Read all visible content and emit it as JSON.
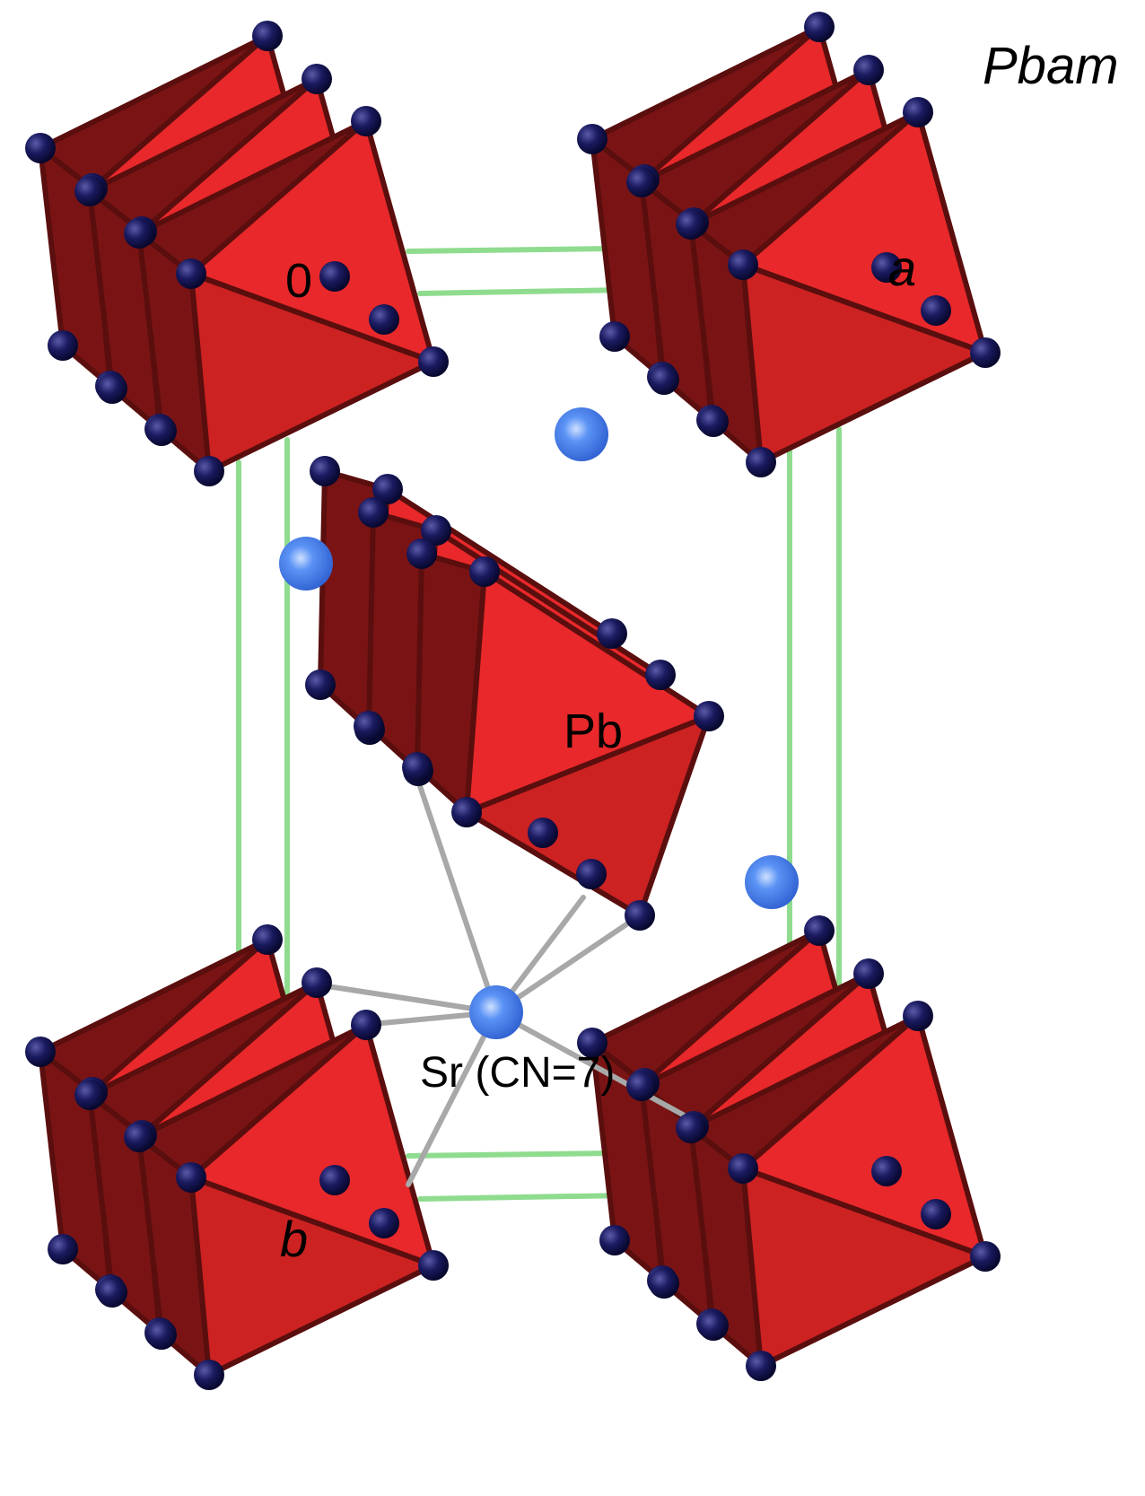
{
  "space_group": "Pbam",
  "axis_labels": {
    "origin": "0",
    "a": "a",
    "b": "b"
  },
  "polyhedron_label": "Pb",
  "site_label": "Sr (CN=7)",
  "colors": {
    "octahedron_front": "#e8282a",
    "octahedron_lower": "#cc2222",
    "octahedron_side": "#7a1414",
    "edge": "#5a0e0e",
    "oxygen": "#12124e",
    "strontium": "#4a86f0",
    "cell_edge": "#8fdc8f",
    "bond": "#a8a8a8"
  }
}
